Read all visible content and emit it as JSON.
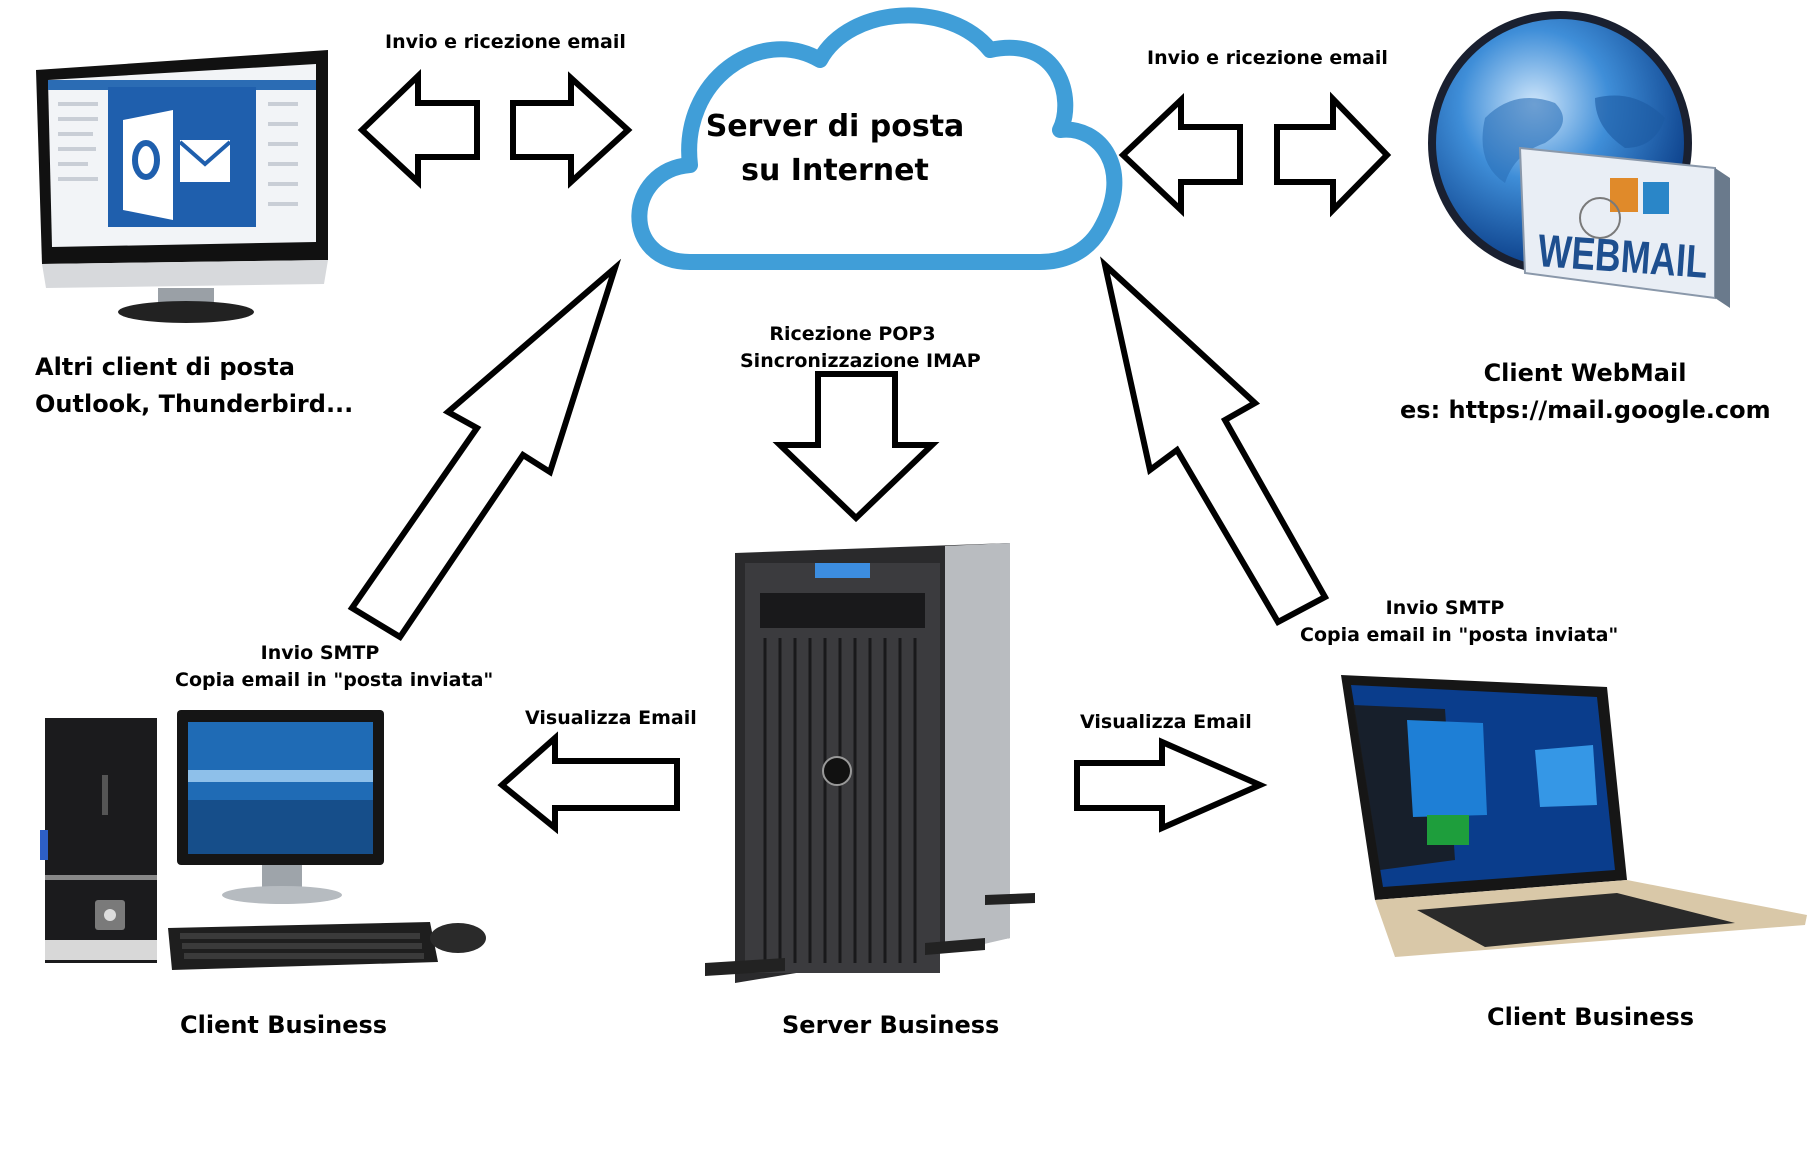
{
  "cloud": {
    "line1": "Server di posta",
    "line2": "su Internet",
    "stroke_color": "#409ed8"
  },
  "labels": {
    "top_left_arrows": "Invio e ricezione email",
    "top_right_arrows": "Invio e ricezione email",
    "center_down_line1": "Ricezione POP3",
    "center_down_line2": "Sincronizzazione IMAP",
    "left_smtp_line1": "Invio SMTP",
    "left_smtp_line2": "Copia email in \"posta inviata\"",
    "right_smtp_line1": "Invio SMTP",
    "right_smtp_line2": "Copia email in \"posta inviata\"",
    "left_view": "Visualizza Email",
    "right_view": "Visualizza Email"
  },
  "nodes": {
    "other_clients": {
      "line1": "Altri client di posta",
      "line2": "Outlook, Thunderbird..."
    },
    "webmail_client": {
      "line1": "Client WebMail",
      "line2": "es: https://mail.google.com",
      "badge_text": "WEBMAIL"
    },
    "desktop_client": {
      "label": "Client Business"
    },
    "server": {
      "label": "Server Business"
    },
    "laptop_client": {
      "label": "Client Business"
    }
  },
  "arrow_color": "#000000"
}
